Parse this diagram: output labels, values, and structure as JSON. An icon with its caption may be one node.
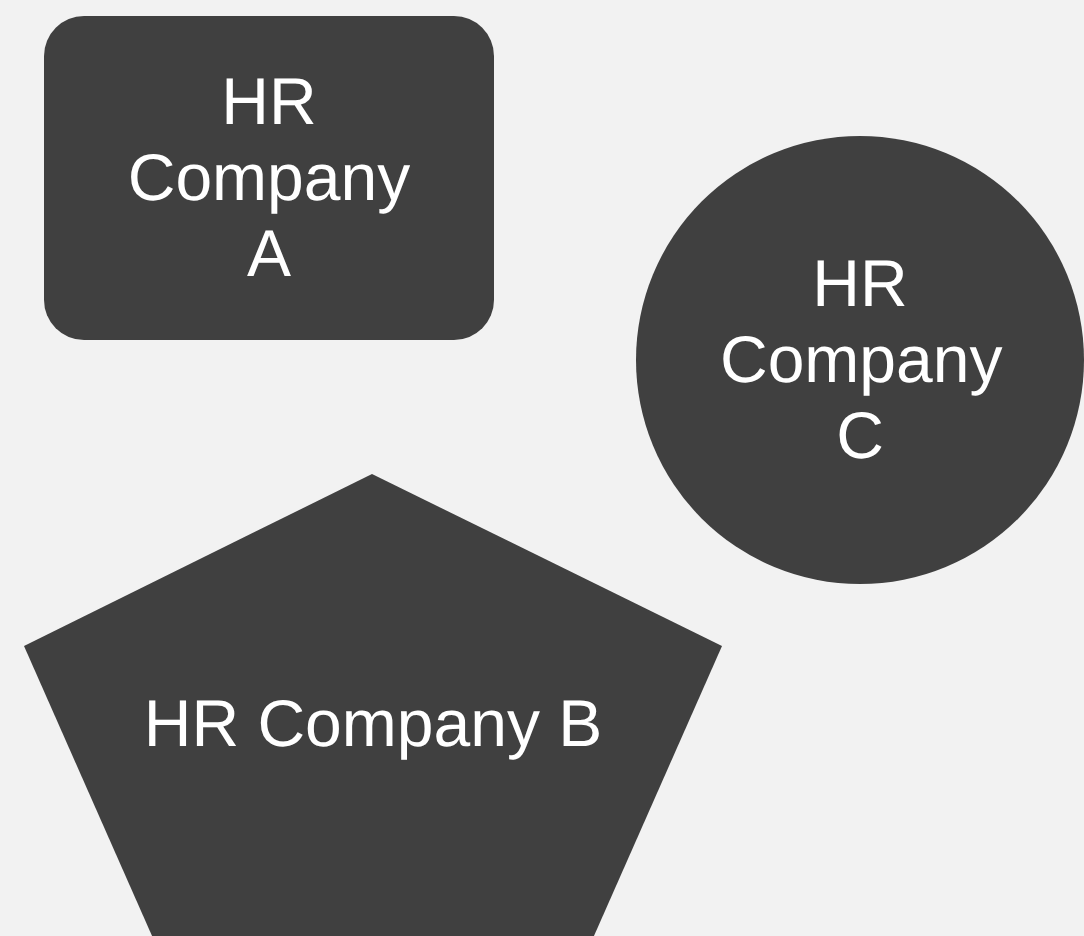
{
  "diagram": {
    "nodes": [
      {
        "text": [
          "HR Company A"
        ]
      },
      {
        "text": [
          "HR Company C"
        ]
      },
      {
        "text": [
          "HR Company B"
        ]
      }
    ]
  }
}
